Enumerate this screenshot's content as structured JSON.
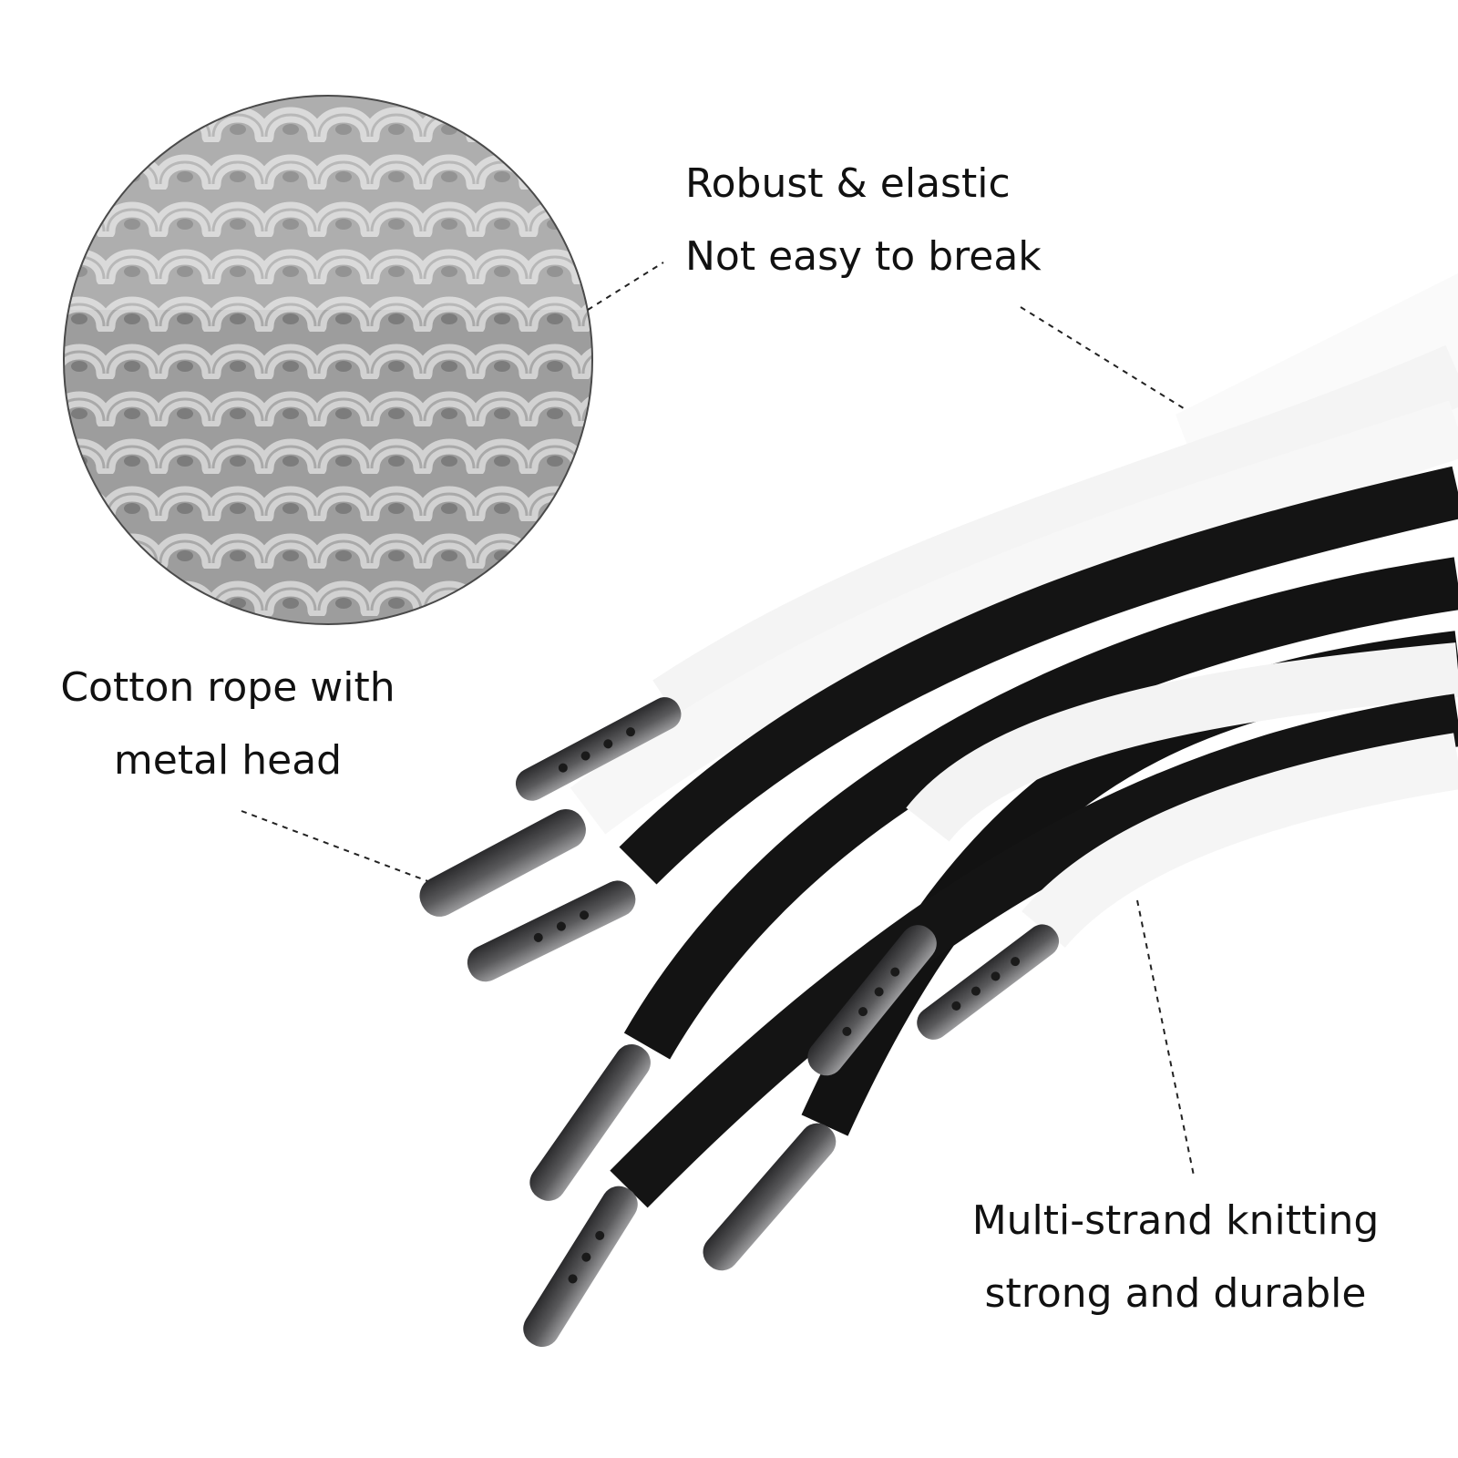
{
  "captions": {
    "robust": {
      "line1": "Robust & elastic",
      "line2": "Not easy to break"
    },
    "cotton": {
      "line1": "Cotton rope with",
      "line2": "metal head"
    },
    "multi": {
      "line1": "Multi-strand knitting",
      "line2": "strong and durable"
    }
  },
  "colors": {
    "background": "#ffffff",
    "white_lace": "#f7f7f7",
    "black_lace": "#141414",
    "metal_tip": "#4a4a4c",
    "knit_texture": "#b9b9b9",
    "caption_text": "#111111"
  },
  "laces": [
    {
      "color": "white",
      "tip": "metal with holes"
    },
    {
      "color": "white",
      "tip": "metal plain"
    },
    {
      "color": "black",
      "tip": "metal with holes"
    },
    {
      "color": "black",
      "tip": "metal plain"
    },
    {
      "color": "black",
      "tip": "metal with holes"
    },
    {
      "color": "white",
      "tip": "metal with holes"
    },
    {
      "color": "black",
      "tip": "metal plain"
    },
    {
      "color": "white",
      "tip": "metal with holes"
    }
  ]
}
